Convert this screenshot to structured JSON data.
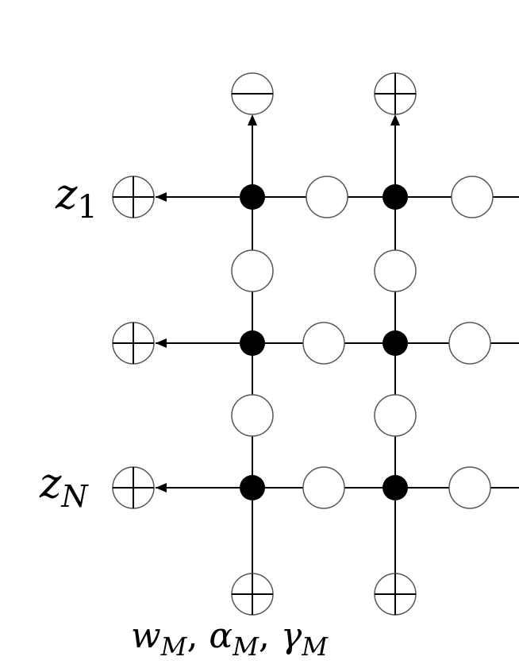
{
  "labels": {
    "z1_main": "z",
    "z1_sub": "1",
    "zN_main": "z",
    "zN_sub": "N",
    "bottom": [
      {
        "main": "w",
        "sub": "M"
      },
      {
        "main": "α",
        "sub": "M"
      },
      {
        "main": "γ",
        "sub": "M"
      }
    ],
    "separator": ", "
  },
  "nodes": {
    "top_left_symbol": "minus-circle",
    "top_right_symbol": "plus-circle",
    "left_symbols": "plus-circle",
    "bottom_symbols": "plus-circle",
    "junction": "filled-dot",
    "intermediate": "empty-circle"
  },
  "colors": {
    "stroke": "#000000",
    "circle_outline": "#555555",
    "background": "#ffffff"
  }
}
